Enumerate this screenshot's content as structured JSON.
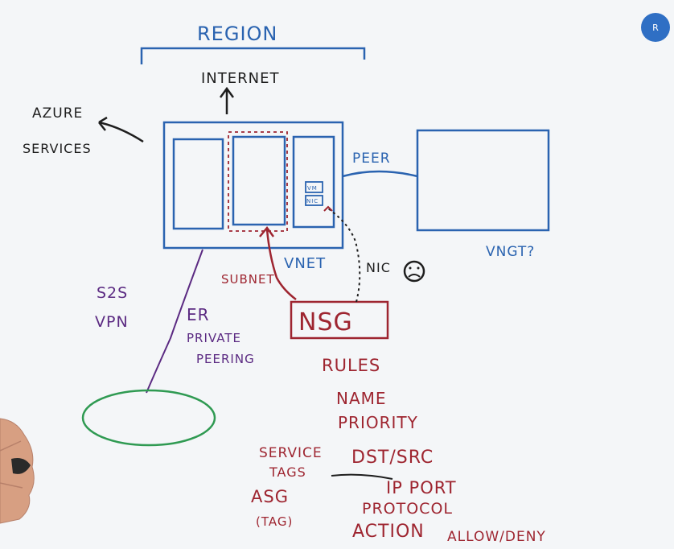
{
  "colors": {
    "blue": "#2a63b0",
    "black": "#1e1e1e",
    "red": "#9e2530",
    "purple": "#5b2a82",
    "green": "#2f9a52",
    "board": "#f4f6f8"
  },
  "avatar": {
    "initial": "R"
  },
  "labels": {
    "region": "REGION",
    "internet": "INTERNET",
    "azure": "AZURE",
    "services": "SERVICES",
    "peer": "PEER",
    "vnet": "VNET",
    "vngt": "VNGT?",
    "nic": "NIC",
    "subnet": "SUBNET",
    "vm": "VM",
    "nic_small": "NIC",
    "s2s": "S2S",
    "vpn": "VPN",
    "er": "ER",
    "private": "PRIVATE",
    "peering": "PEERING",
    "nsg": "NSG",
    "rules": "RULES",
    "name": "NAME",
    "priority": "PRIORITY",
    "service": "SERVICE",
    "tags": "TAGS",
    "dstsrc": "DST/SRC",
    "ipport": "IP PORT",
    "asg": "ASG",
    "tag": "(TAG)",
    "protocol": "PROTOCOL",
    "action": "ACTION",
    "allowdeny": "ALLOW/DENY"
  }
}
